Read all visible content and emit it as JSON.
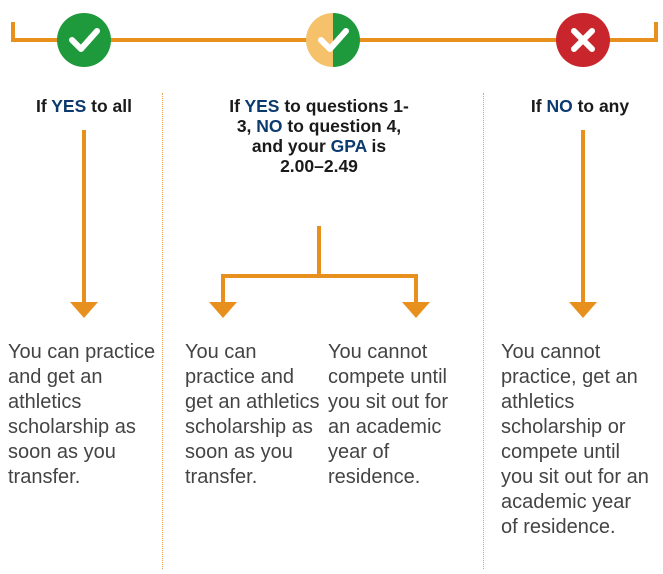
{
  "colors": {
    "line": "#e8901e",
    "green": "#1e9a3c",
    "amber": "#f5c26b",
    "red": "#c8262c",
    "divider": "#e8a050",
    "heading_text": "#1a1a1a",
    "highlight_text": "#0b3a6e",
    "body_text": "#444444"
  },
  "icons": {
    "left": "check-icon",
    "middle": "check-icon",
    "right": "x-icon"
  },
  "columns": {
    "left": {
      "heading": [
        {
          "text": "If ",
          "highlight": false
        },
        {
          "text": "YES",
          "highlight": true
        },
        {
          "text": " to all",
          "highlight": false
        }
      ],
      "outcome": "You can practice and get an athletics scholarship as soon as you transfer."
    },
    "middle": {
      "heading": [
        {
          "text": "If ",
          "highlight": false
        },
        {
          "text": "YES",
          "highlight": true
        },
        {
          "text": " to questions 1-3, ",
          "highlight": false
        },
        {
          "text": "NO",
          "highlight": true
        },
        {
          "text": " to question 4, and your ",
          "highlight": false
        },
        {
          "text": "GPA",
          "highlight": true
        },
        {
          "text": " is 2.00–2.49",
          "highlight": false
        }
      ],
      "outcome_left": "You can practice and get an athletics scholarship as soon as you transfer.",
      "outcome_right": "You cannot compete until you sit out for an academic year of residence."
    },
    "right": {
      "heading": [
        {
          "text": "If ",
          "highlight": false
        },
        {
          "text": "NO",
          "highlight": true
        },
        {
          "text": " to any",
          "highlight": false
        }
      ],
      "outcome": "You cannot practice, get an athletics scholarship or compete until you sit out for an academic year of residence."
    }
  }
}
